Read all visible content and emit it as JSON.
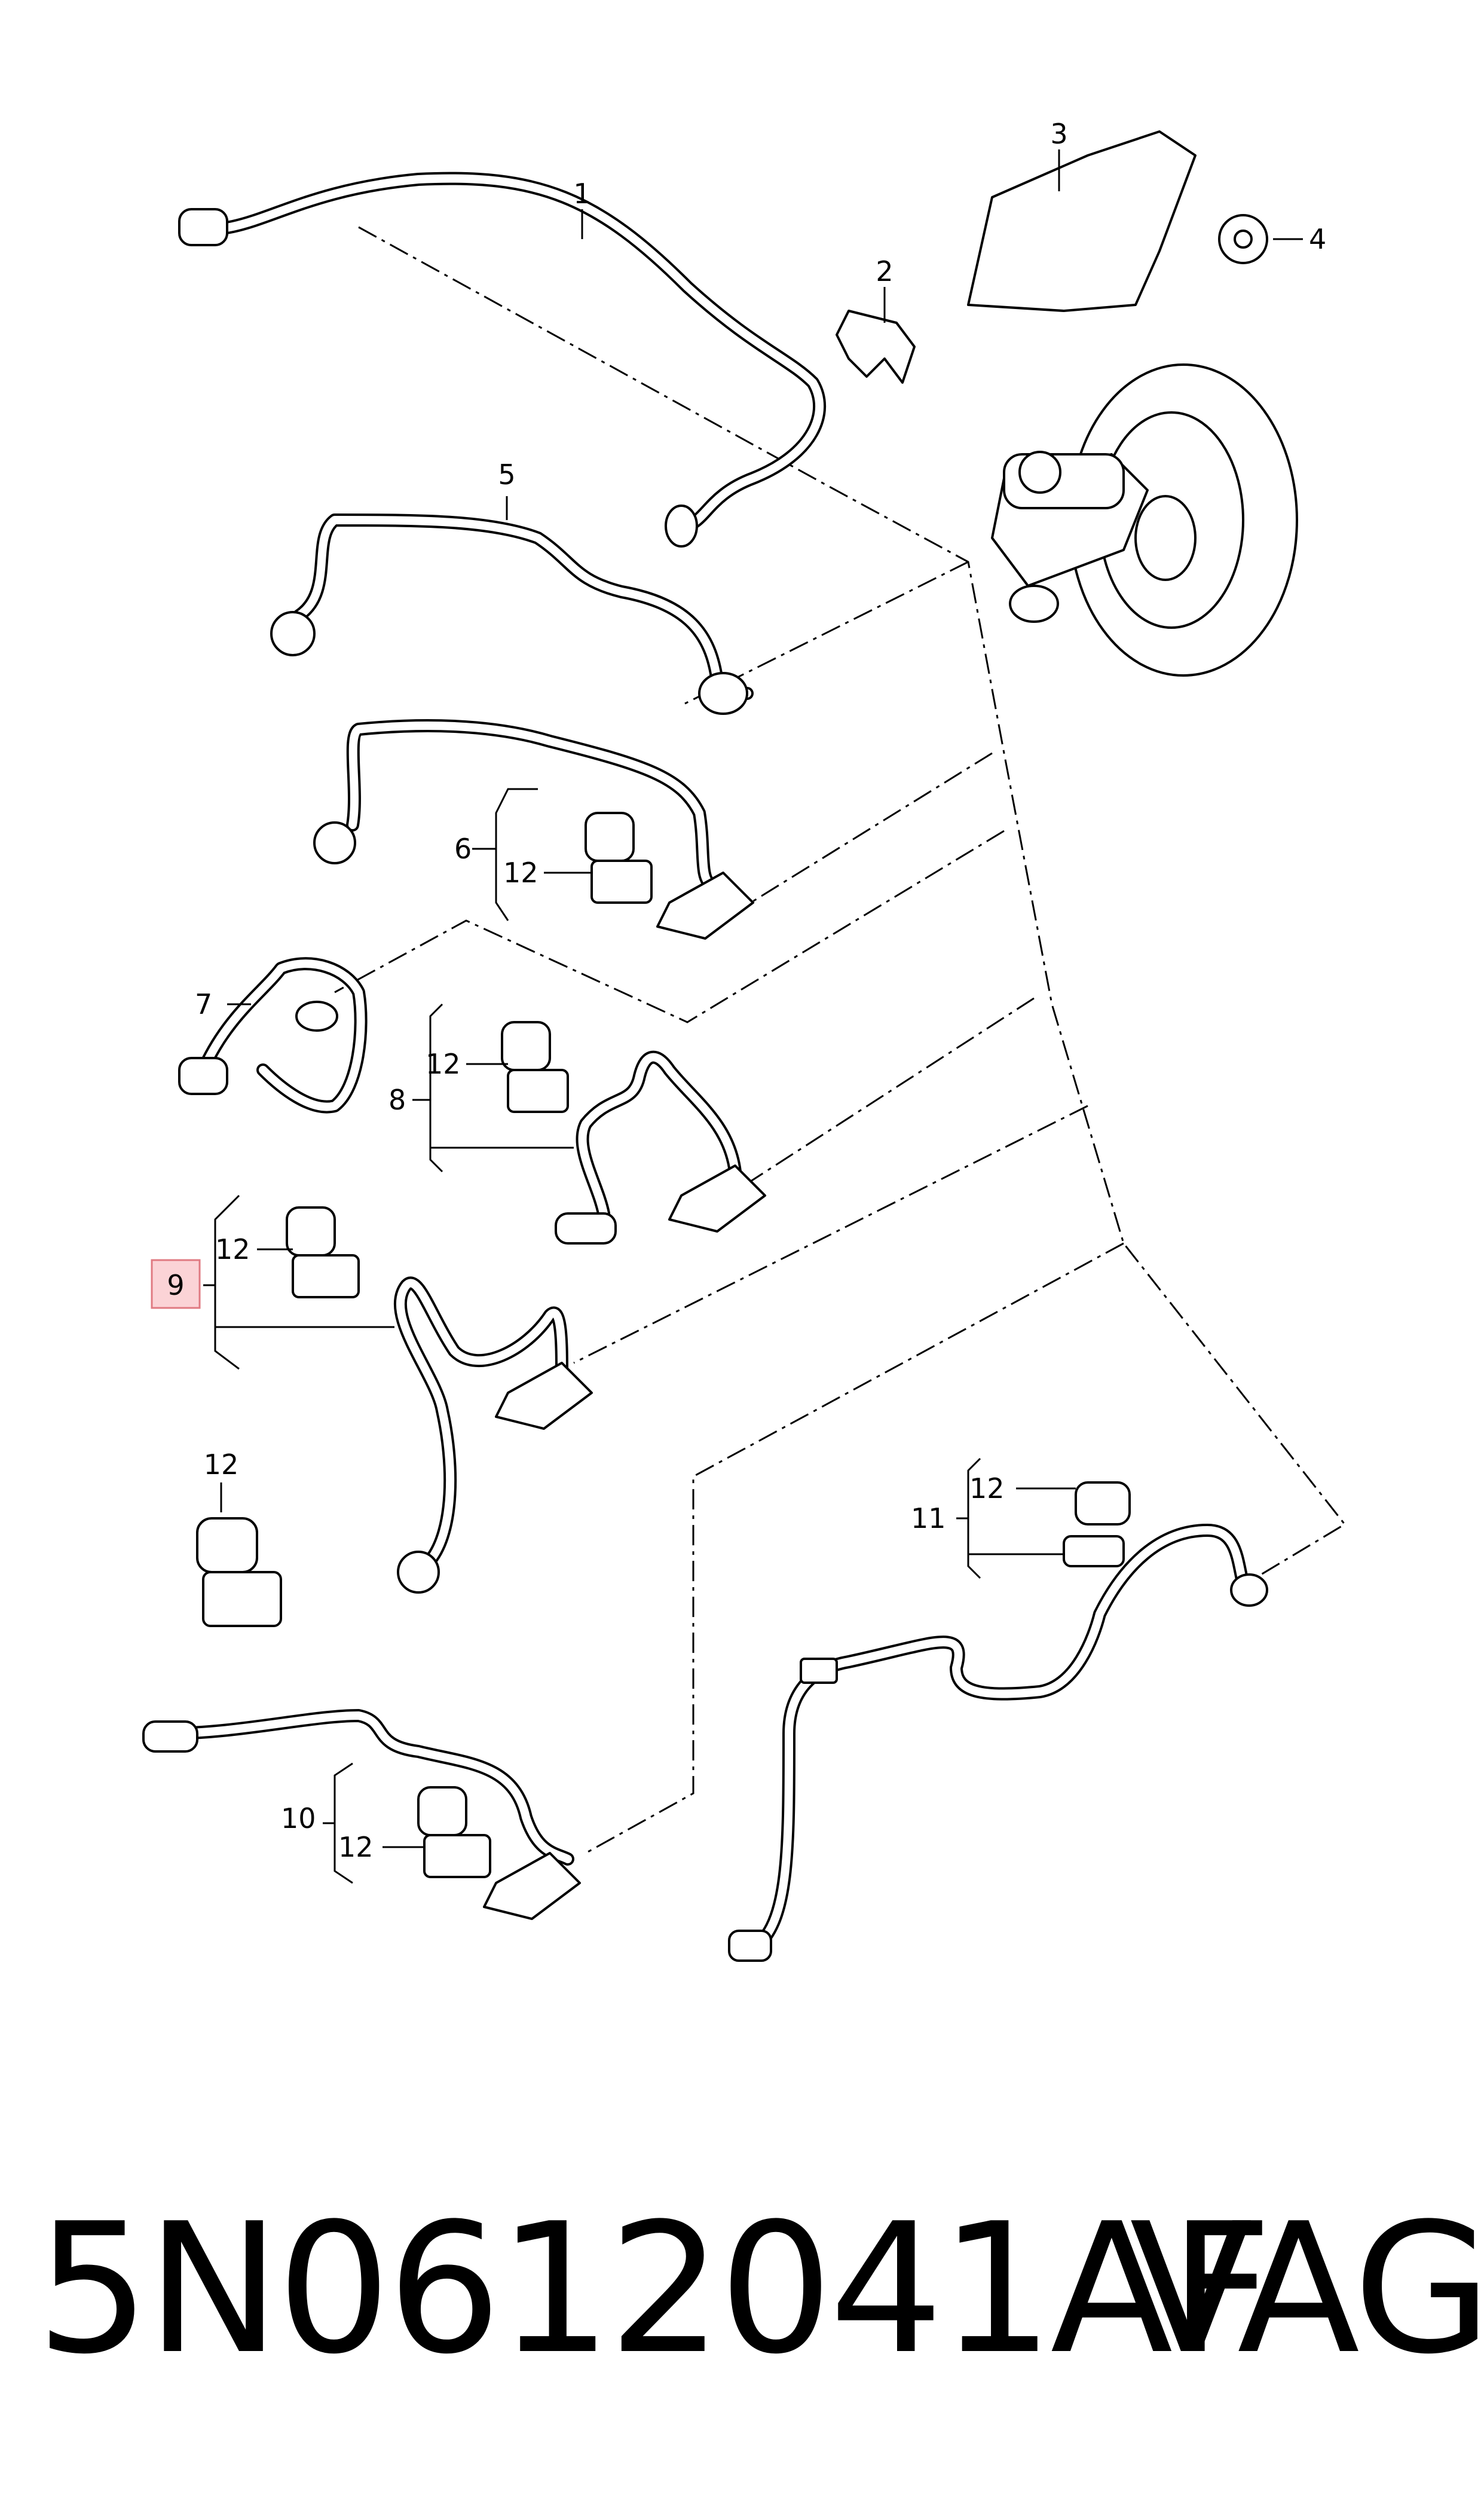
{
  "callouts": [
    "1",
    "2",
    "3",
    "4",
    "5",
    "6",
    "7",
    "8",
    "9",
    "10",
    "11",
    "12"
  ],
  "highlighted_callout": "9",
  "footer": {
    "part_number": "5N0612041AF",
    "brand": "VAG"
  },
  "colors": {
    "line": "#000000",
    "highlight_fill": "#fbd3d6",
    "highlight_border": "#e07a82"
  }
}
